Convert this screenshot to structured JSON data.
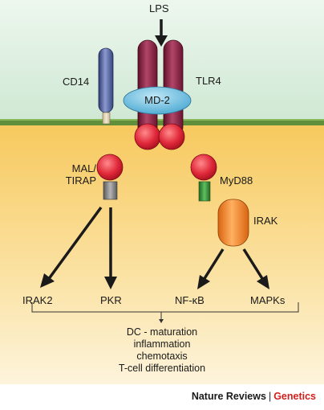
{
  "labels": {
    "lps": "LPS",
    "cd14": "CD14",
    "tlr4": "TLR4",
    "md2": "MD-2",
    "mal_tirap_line1": "MAL/",
    "mal_tirap_line2": "TIRAP",
    "myd88": "MyD88",
    "irak": "IRAK",
    "irak2": "IRAK2",
    "pkr": "PKR",
    "nfkb": "NF-κB",
    "mapks": "MAPKs"
  },
  "outcomes": [
    "DC - maturation",
    "inflammation",
    "chemotaxis",
    "T-cell differentiation"
  ],
  "footer": {
    "journal": "Nature Reviews",
    "separator": "|",
    "section": "Genetics"
  },
  "colors": {
    "extracellular": "#e2f1e4",
    "membrane": "#5f8f3a",
    "cytoplasm": "#f8d27a",
    "tlr4": "#8e1f3f",
    "cd14": "#3f4f8f",
    "md2": "#6fbfe0",
    "tir_domain": "#e0283a",
    "irak": "#f07c1a",
    "myd88_stalk": "#3a8a3a",
    "tirap_stalk": "#8a8a8a",
    "brand_red": "#d0201b"
  }
}
